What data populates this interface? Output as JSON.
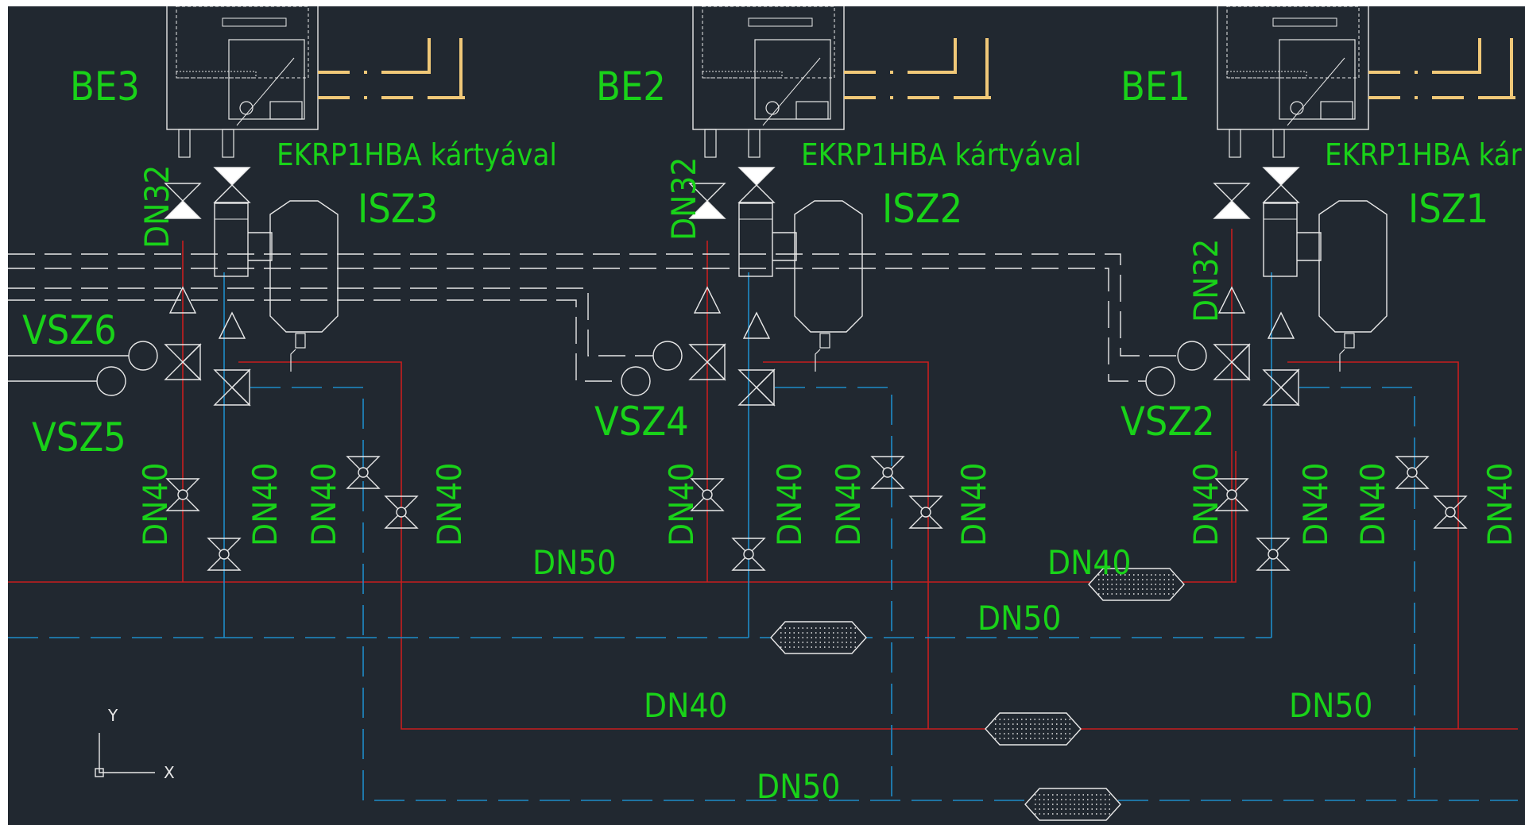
{
  "drawing": {
    "units": [
      "BE3",
      "BE2",
      "BE1"
    ],
    "card_note": "EKRP1HBA kártyával",
    "card_note_clipped": "EKRP1HBA kár",
    "storage": [
      "ISZ3",
      "ISZ2",
      "ISZ1"
    ],
    "mixing_valves": [
      "VSZ6",
      "VSZ5",
      "VSZ4",
      "VSZ2"
    ],
    "pipe_sizes": {
      "dn32": "DN32",
      "dn40": "DN40",
      "dn50": "DN50"
    },
    "ucs": {
      "y_axis": "Y",
      "x_axis": "X"
    }
  },
  "colors": {
    "background": "#212830",
    "supply_pipe": "#c81e1e",
    "return_pipe": "#1e8cc8",
    "labels": "#19d219",
    "symbols": "#e8e8e8",
    "signal": "#f0c878"
  }
}
